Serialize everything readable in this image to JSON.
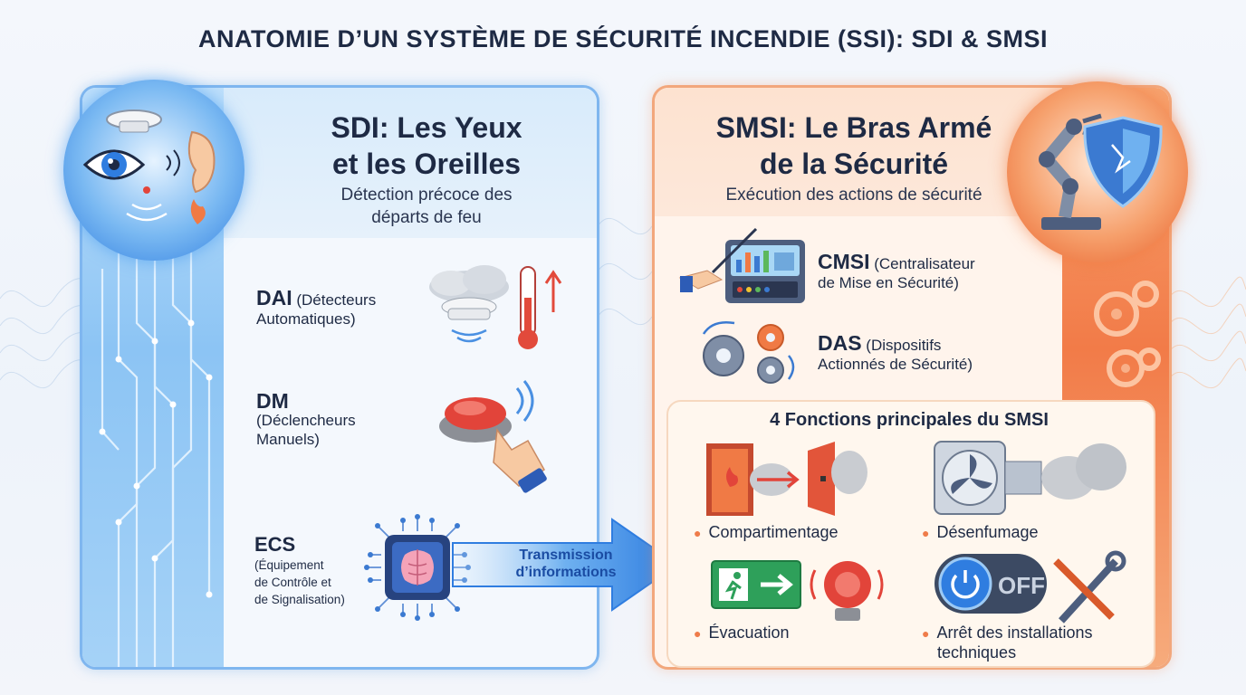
{
  "title": "ANATOMIE D’UN SYSTÈME DE SÉCURITÉ INCENDIE (SSI): SDI & SMSI",
  "sdi": {
    "title_line1": "SDI: Les Yeux",
    "title_line2": "et les Oreilles",
    "subtitle_line1": "Détection précoce des",
    "subtitle_line2": "départs de feu",
    "items": [
      {
        "abbr": "DAI",
        "desc1": "(Détecteurs",
        "desc2": "Automatiques)"
      },
      {
        "abbr": "DM",
        "desc1": "(Déclencheurs",
        "desc2": "Manuels)"
      },
      {
        "abbr": "ECS",
        "desc1": "(Équipement",
        "desc2": "de Contrôle et",
        "desc3": "de Signalisation)"
      }
    ]
  },
  "transmission": {
    "line1": "Transmission",
    "line2": "d’informations"
  },
  "smsi": {
    "title_line1": "SMSI: Le Bras Armé",
    "title_line2": "de la Sécurité",
    "subtitle": "Exécution des actions de sécurité",
    "items": [
      {
        "abbr": "CMSI",
        "desc1": "(Centralisateur",
        "desc2": "de Mise en Sécurité)"
      },
      {
        "abbr": "DAS",
        "desc1": "(Dispositifs",
        "desc2": "Actionnés de Sécurité)"
      }
    ],
    "functions_title": "4 Fonctions principales du SMSI",
    "functions": [
      {
        "label": "Compartimentage"
      },
      {
        "label": "Désenfumage"
      },
      {
        "label": "Évacuation"
      },
      {
        "label1": "Arrêt des installations",
        "label2": "techniques"
      }
    ],
    "off_text": "OFF"
  },
  "colors": {
    "sdi_accent": "#3b8fe4",
    "smsi_accent": "#f07a45",
    "title_text": "#1e2a44"
  }
}
